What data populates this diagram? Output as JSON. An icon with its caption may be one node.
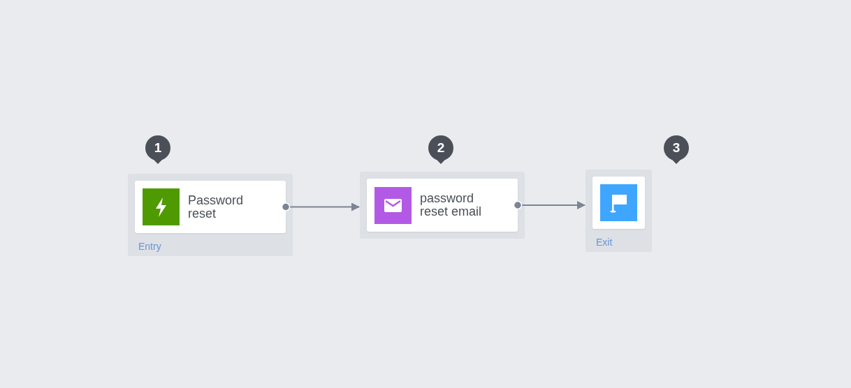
{
  "diagram": {
    "nodes": [
      {
        "text": [
          "Entry"
        ]
      },
      {
        "text": [
          "Password reset"
        ],
        "in": 0
      },
      {
        "text": [],
        "shape": "box"
      },
      {
        "text": [
          "password reset email"
        ],
        "in": 2
      },
      {
        "text": [
          "Exit"
        ]
      },
      {
        "text": [],
        "shape": "box",
        "in": 4
      }
    ],
    "edges": [
      {
        "from": 1,
        "to": 3,
        "arrow": "to"
      },
      {
        "from": 3,
        "to": 5,
        "arrow": "to"
      }
    ],
    "labels": [
      "1",
      "2",
      "3"
    ]
  }
}
